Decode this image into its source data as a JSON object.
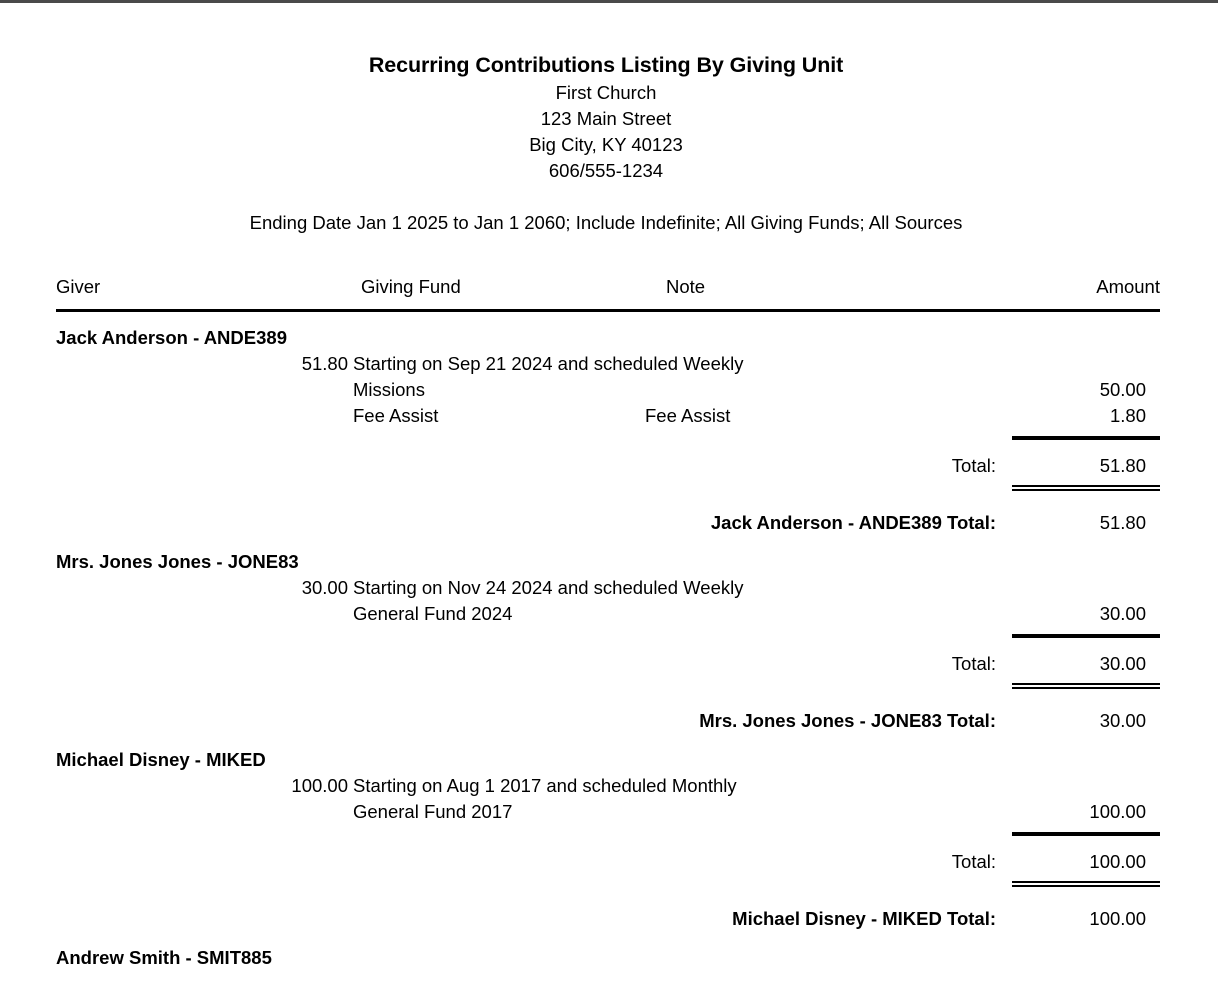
{
  "report": {
    "title": "Recurring Contributions Listing By Giving Unit",
    "org_name": "First Church",
    "address_line": "123 Main Street",
    "city_state_zip": "Big City, KY  40123",
    "phone": "606/555-1234",
    "filter_line": "Ending Date Jan 1 2025 to Jan 1 2060; Include Indefinite; All Giving Funds; All Sources"
  },
  "columns": {
    "giver": "Giver",
    "fund": "Giving Fund",
    "note": "Note",
    "amount": "Amount"
  },
  "labels": {
    "total": "Total:"
  },
  "groups": [
    {
      "giver": "Jack Anderson - ANDE389",
      "schedule_amount": "51.80",
      "schedule_text": "Starting on Sep 21 2024 and scheduled Weekly",
      "lines": [
        {
          "fund": "Missions",
          "note": "",
          "amount": "50.00"
        },
        {
          "fund": "Fee Assist",
          "note": "Fee Assist",
          "amount": "1.80"
        }
      ],
      "subtotal": "51.80",
      "grand_label": "Jack Anderson - ANDE389 Total:",
      "grand_total": "51.80"
    },
    {
      "giver": "Mrs. Jones Jones - JONE83",
      "schedule_amount": "30.00",
      "schedule_text": "Starting on Nov 24 2024 and scheduled Weekly",
      "lines": [
        {
          "fund": "General Fund 2024",
          "note": "",
          "amount": "30.00"
        }
      ],
      "subtotal": "30.00",
      "grand_label": "Mrs. Jones Jones - JONE83 Total:",
      "grand_total": "30.00"
    },
    {
      "giver": "Michael Disney - MIKED",
      "schedule_amount": "100.00",
      "schedule_text": "Starting on Aug 1 2017 and scheduled Monthly",
      "lines": [
        {
          "fund": "General Fund 2017",
          "note": "",
          "amount": "100.00"
        }
      ],
      "subtotal": "100.00",
      "grand_label": "Michael Disney - MIKED Total:",
      "grand_total": "100.00"
    },
    {
      "giver": "Andrew Smith - SMIT885",
      "clipped": true,
      "schedule_amount": "",
      "schedule_text": "",
      "lines": [],
      "subtotal": "",
      "grand_label": "",
      "grand_total": ""
    }
  ]
}
